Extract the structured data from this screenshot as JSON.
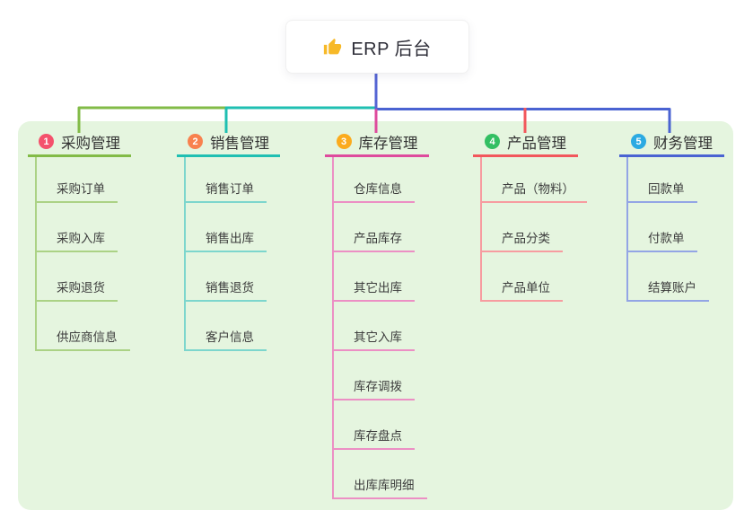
{
  "root": {
    "label": "ERP 后台",
    "icon": "thumbs-up",
    "icon_color": "#F7B928"
  },
  "connector": {
    "stem_color": "#5565d4"
  },
  "branches": [
    {
      "number": "1",
      "label": "采购管理",
      "line_color": "#82bb47",
      "light_color": "#abd285",
      "badge_color": "#f4516c",
      "children": [
        "采购订单",
        "采购入库",
        "采购退货",
        "供应商信息"
      ]
    },
    {
      "number": "2",
      "label": "销售管理",
      "line_color": "#1fbfb2",
      "light_color": "#7dd6cd",
      "badge_color": "#f8814e",
      "children": [
        "销售订单",
        "销售出库",
        "销售退货",
        "客户信息"
      ]
    },
    {
      "number": "3",
      "label": "库存管理",
      "line_color": "#de4b9d",
      "light_color": "#ec8fc4",
      "badge_color": "#fbab1d",
      "children": [
        "仓库信息",
        "产品库存",
        "其它出库",
        "其它入库",
        "库存调拨",
        "库存盘点",
        "出库库明细"
      ]
    },
    {
      "number": "4",
      "label": "产品管理",
      "line_color": "#f2575c",
      "light_color": "#f79ca0",
      "badge_color": "#33bf63",
      "children": [
        "产品（物料）",
        "产品分类",
        "产品单位"
      ]
    },
    {
      "number": "5",
      "label": "财务管理",
      "line_color": "#4a63d2",
      "light_color": "#93a5e5",
      "badge_color": "#2baae2",
      "children": [
        "回款单",
        "付款单",
        "结算账户"
      ]
    }
  ]
}
